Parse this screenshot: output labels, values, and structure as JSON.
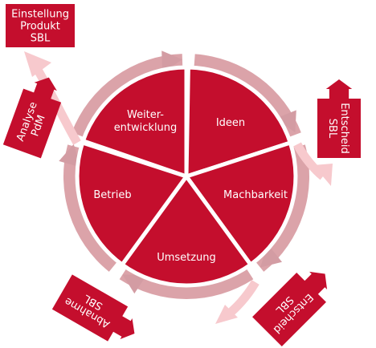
{
  "colors": {
    "segment": "#c40e2d",
    "ring": "#dba3a9",
    "ring_arrow": "#d39ca3",
    "external_arrow": "#f7c9cd",
    "box": "#c40e2d",
    "text": "#ffffff"
  },
  "cycle": {
    "segments": [
      {
        "name": "weiterentwicklung",
        "lines": [
          "Weiter-",
          "entwicklung"
        ]
      },
      {
        "name": "ideen",
        "lines": [
          "Ideen"
        ]
      },
      {
        "name": "machbarkeit",
        "lines": [
          "Machbarkeit"
        ]
      },
      {
        "name": "umsetzung",
        "lines": [
          "Umsetzung"
        ]
      },
      {
        "name": "betrieb",
        "lines": [
          "Betrieb"
        ]
      }
    ]
  },
  "boxes": [
    {
      "name": "einstellung-produkt-sbl",
      "lines": [
        "Einstellung",
        "Produkt",
        "SBL"
      ]
    },
    {
      "name": "entscheid-sbl-right",
      "lines": [
        "Entscheid",
        "SBL"
      ]
    },
    {
      "name": "entscheid-sbl-bottom",
      "lines": [
        "Entscheid",
        "SBL"
      ]
    },
    {
      "name": "abnahme-sbl",
      "lines": [
        "Abnahme",
        "SBL"
      ]
    },
    {
      "name": "analyse-pdm",
      "lines": [
        "Analyse",
        "PdM"
      ]
    }
  ]
}
